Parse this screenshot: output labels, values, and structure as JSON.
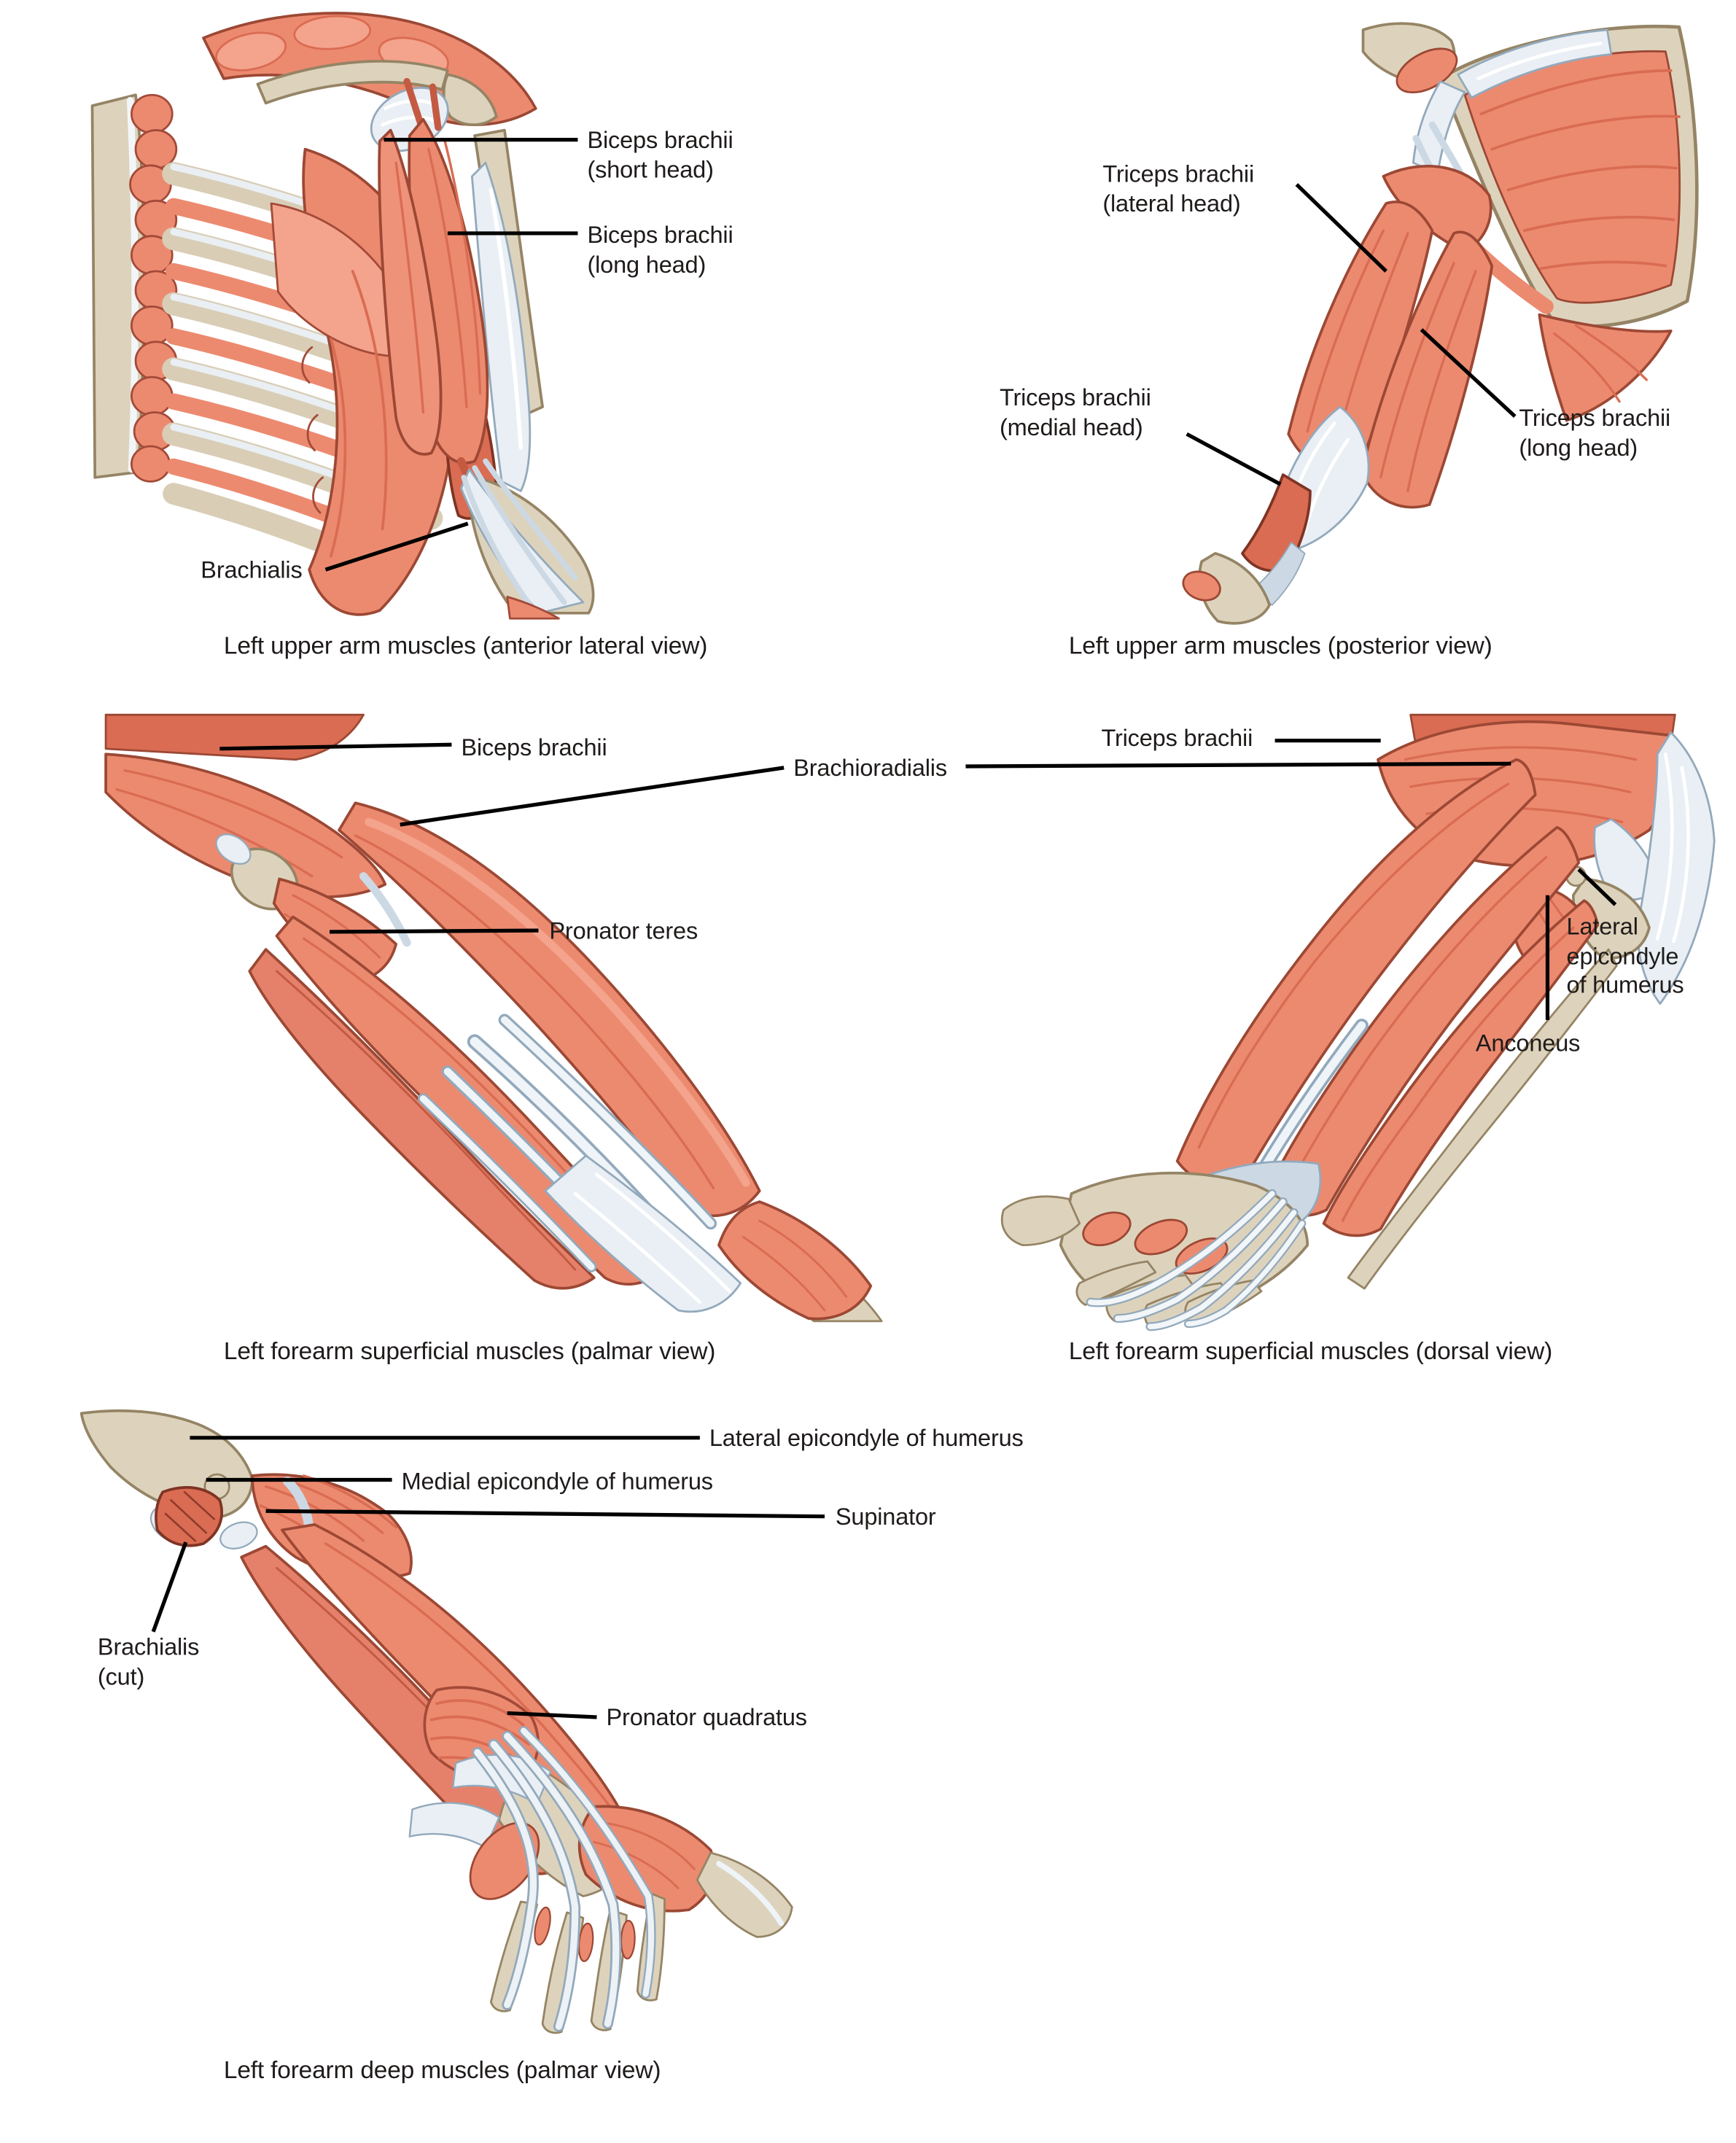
{
  "palette": {
    "muscle": "#EC8A70",
    "muscle_light": "#F4A38C",
    "muscle_dark": "#D96C52",
    "muscle_deep": "#C45A42",
    "outline": "#9C4834",
    "bone": "#DDD3BC",
    "bone_outline": "#958465",
    "tendon": "#E9EFF4",
    "tendon_outline": "#93A9BC",
    "callout_line": "#000000",
    "text": "#1E1B1A",
    "background": "#FFFFFF"
  },
  "figures": [
    {
      "id": "upper-arm-anterior",
      "caption": "Left upper arm muscles (anterior lateral view)",
      "labels": [
        {
          "text": "Biceps brachii\n(short head)"
        },
        {
          "text": "Biceps brachii\n(long head)"
        },
        {
          "text": "Brachialis"
        }
      ]
    },
    {
      "id": "upper-arm-posterior",
      "caption": "Left upper arm muscles (posterior view)",
      "labels": [
        {
          "text": "Triceps brachii\n(lateral head)"
        },
        {
          "text": "Triceps brachii\n(medial head)"
        },
        {
          "text": "Triceps brachii\n(long head)"
        }
      ]
    },
    {
      "id": "forearm-superficial-palmar",
      "caption": "Left forearm superficial muscles (palmar view)",
      "labels": [
        {
          "text": "Biceps brachii"
        },
        {
          "text": "Brachioradialis"
        },
        {
          "text": "Pronator teres"
        }
      ]
    },
    {
      "id": "forearm-superficial-dorsal",
      "caption": "Left forearm superficial muscles (dorsal view)",
      "labels": [
        {
          "text": "Triceps brachii"
        },
        {
          "text": "Lateral\nepicondyle\nof humerus"
        },
        {
          "text": "Anconeus"
        }
      ]
    },
    {
      "id": "forearm-deep-palmar",
      "caption": "Left forearm deep muscles (palmar view)",
      "labels": [
        {
          "text": "Lateral epicondyle of humerus"
        },
        {
          "text": "Medial epicondyle of humerus"
        },
        {
          "text": "Supinator"
        },
        {
          "text": "Brachialis\n(cut)"
        },
        {
          "text": "Pronator quadratus"
        }
      ]
    }
  ]
}
